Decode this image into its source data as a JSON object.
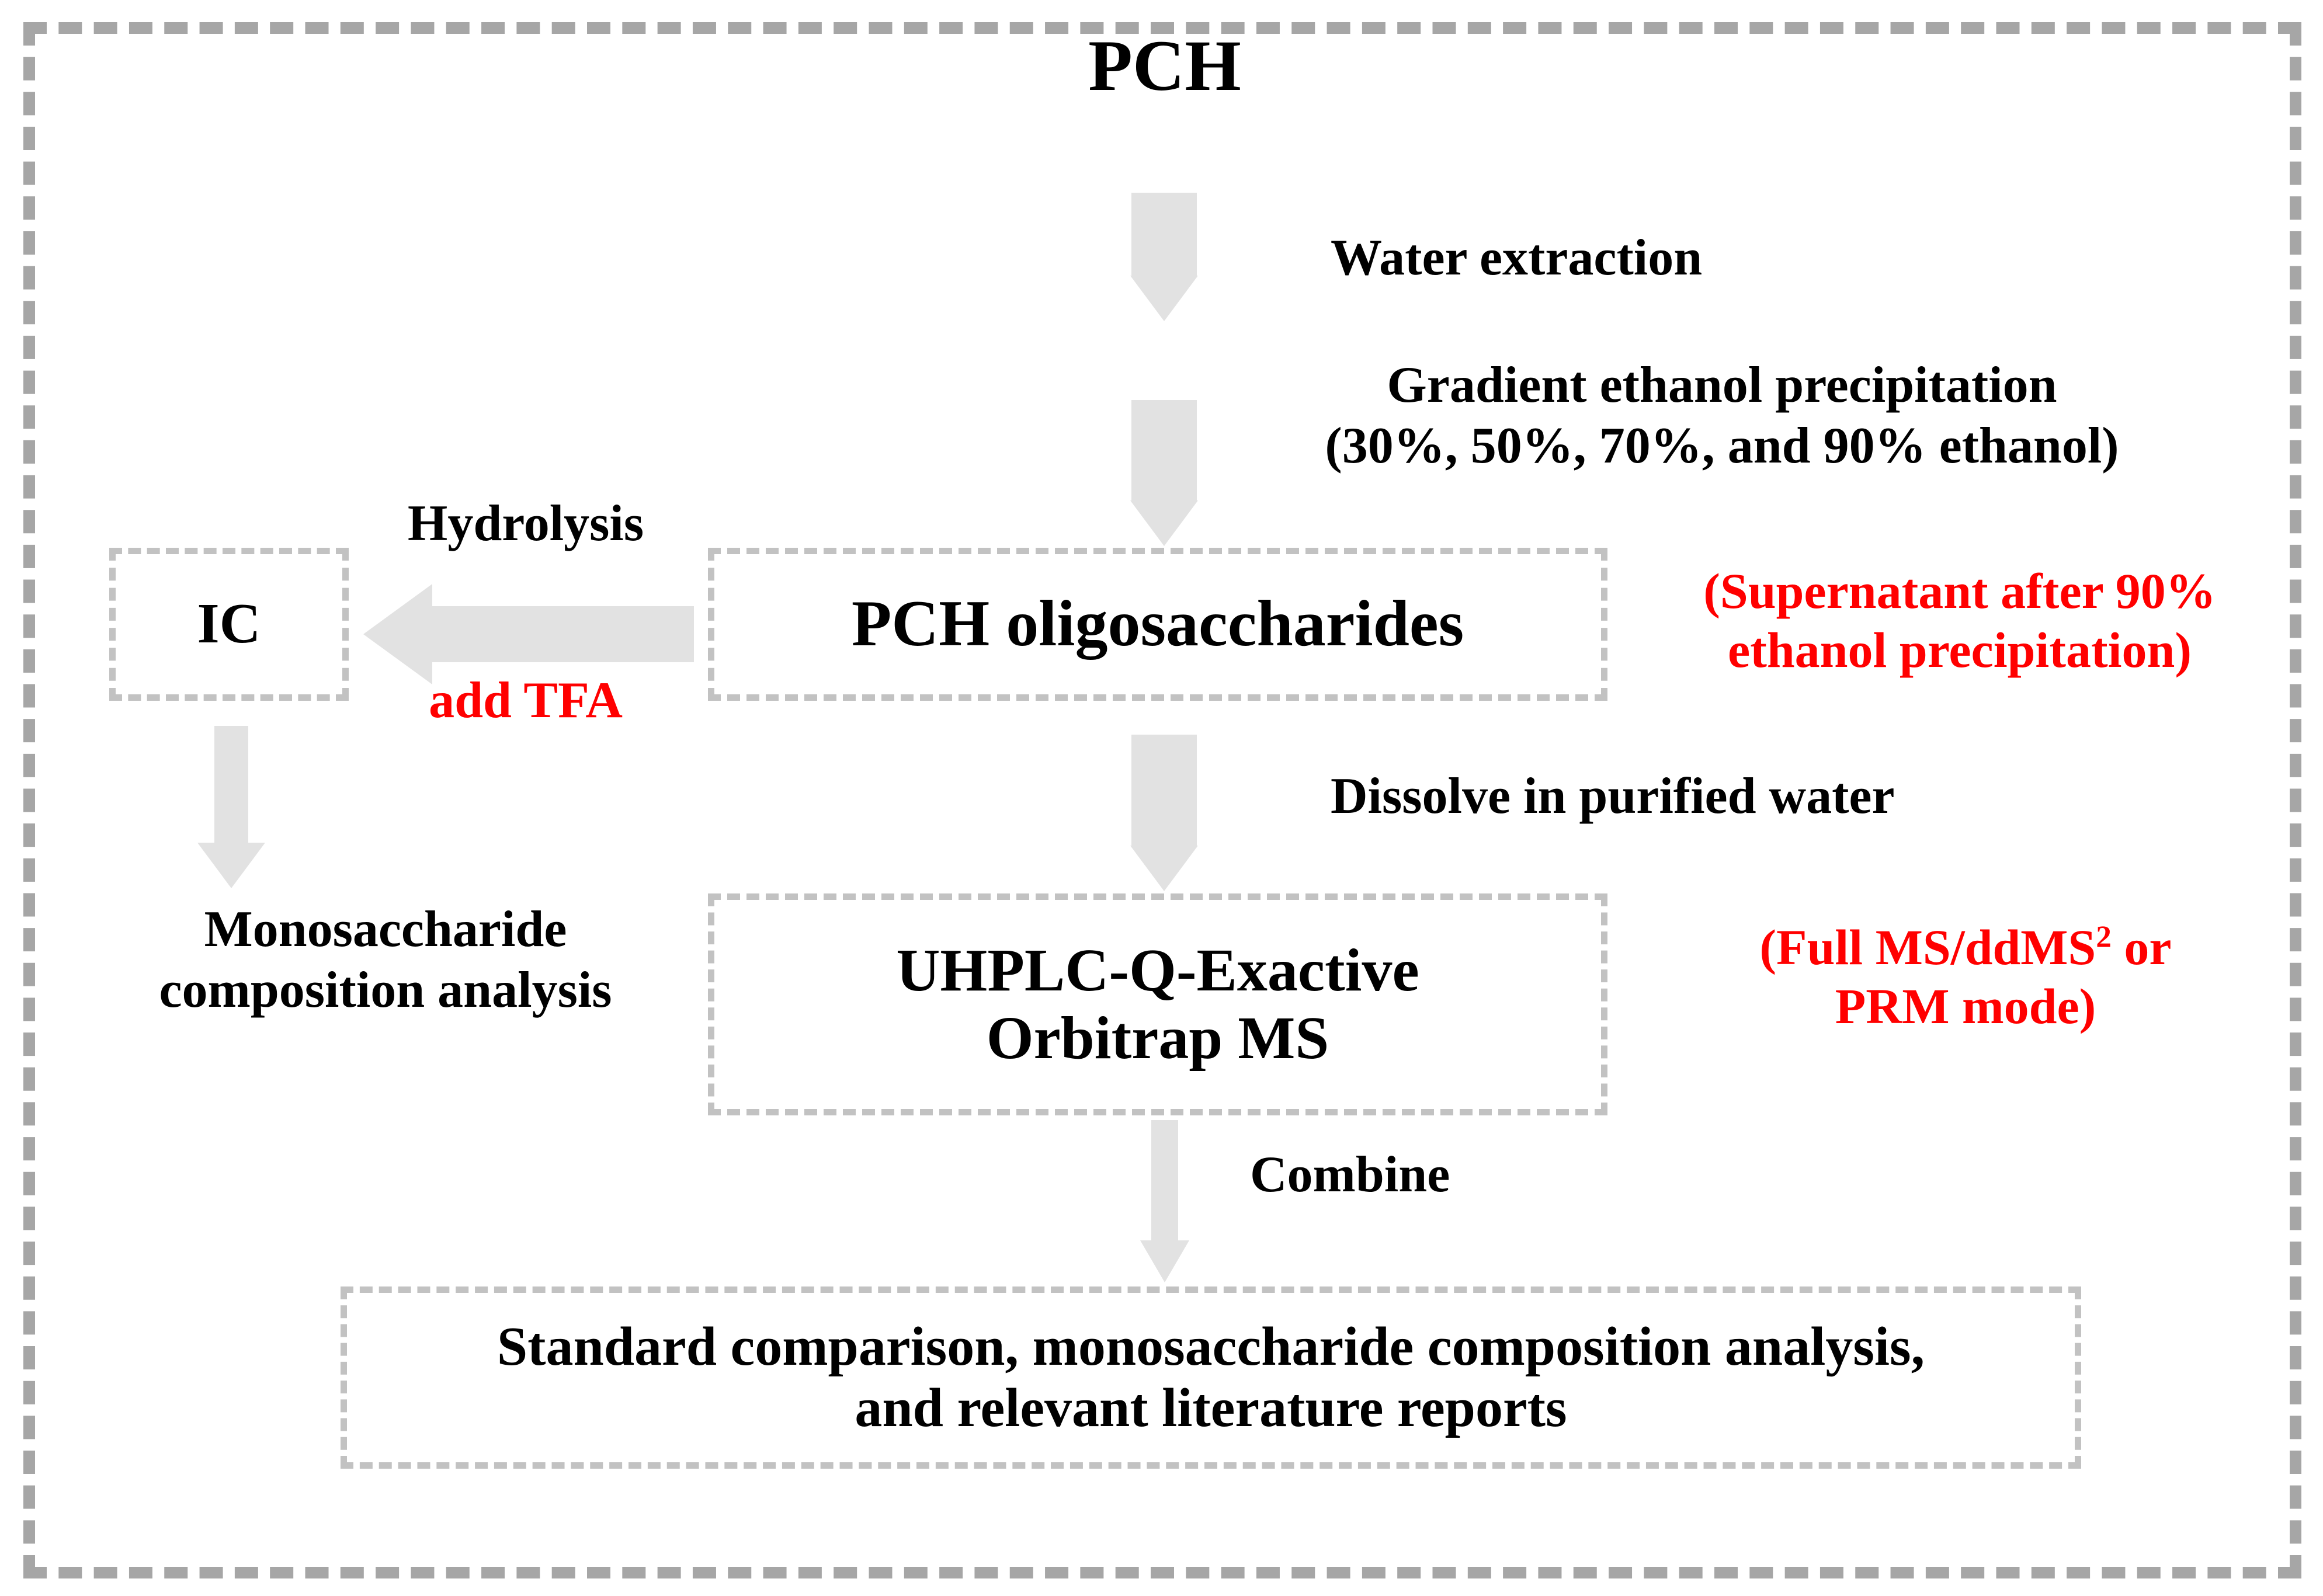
{
  "diagram": {
    "title": "PCH",
    "frame": {
      "style": "dashed",
      "color": "#a6a6a6"
    },
    "box_border_color": "#c2c2c2",
    "arrow_color": "#e2e2e2",
    "accent_color": "#ff0000",
    "text_color": "#000000"
  },
  "nodes": {
    "root": {
      "label": "PCH"
    },
    "ic": {
      "label": "IC"
    },
    "oligosaccharides": {
      "label": "PCH oligosaccharides"
    },
    "instrument": {
      "label": "UHPLC-Q-Exactive\nOrbitrap MS"
    },
    "conclusion": {
      "label": "Standard comparison, monosaccharide composition analysis,\nand relevant literature reports"
    }
  },
  "edge_labels": {
    "water_extraction": "Water extraction",
    "gradient_precipitation": "Gradient ethanol precipitation\n(30%, 50%, 70%, and 90% ethanol)",
    "hydrolysis": "Hydrolysis",
    "add_tfa": "add TFA",
    "dissolve": "Dissolve in purified water",
    "combine": "Combine"
  },
  "annotations": {
    "supernatant": "(Supernatant after 90%\nethanol precipitation)",
    "ms_mode_prefix": "(Full MS/ddMS",
    "ms_mode_superscript": "2",
    "ms_mode_suffix": " or\nPRM mode)"
  },
  "outputs": {
    "monosaccharide_analysis": "Monosaccharide\ncomposition analysis"
  }
}
